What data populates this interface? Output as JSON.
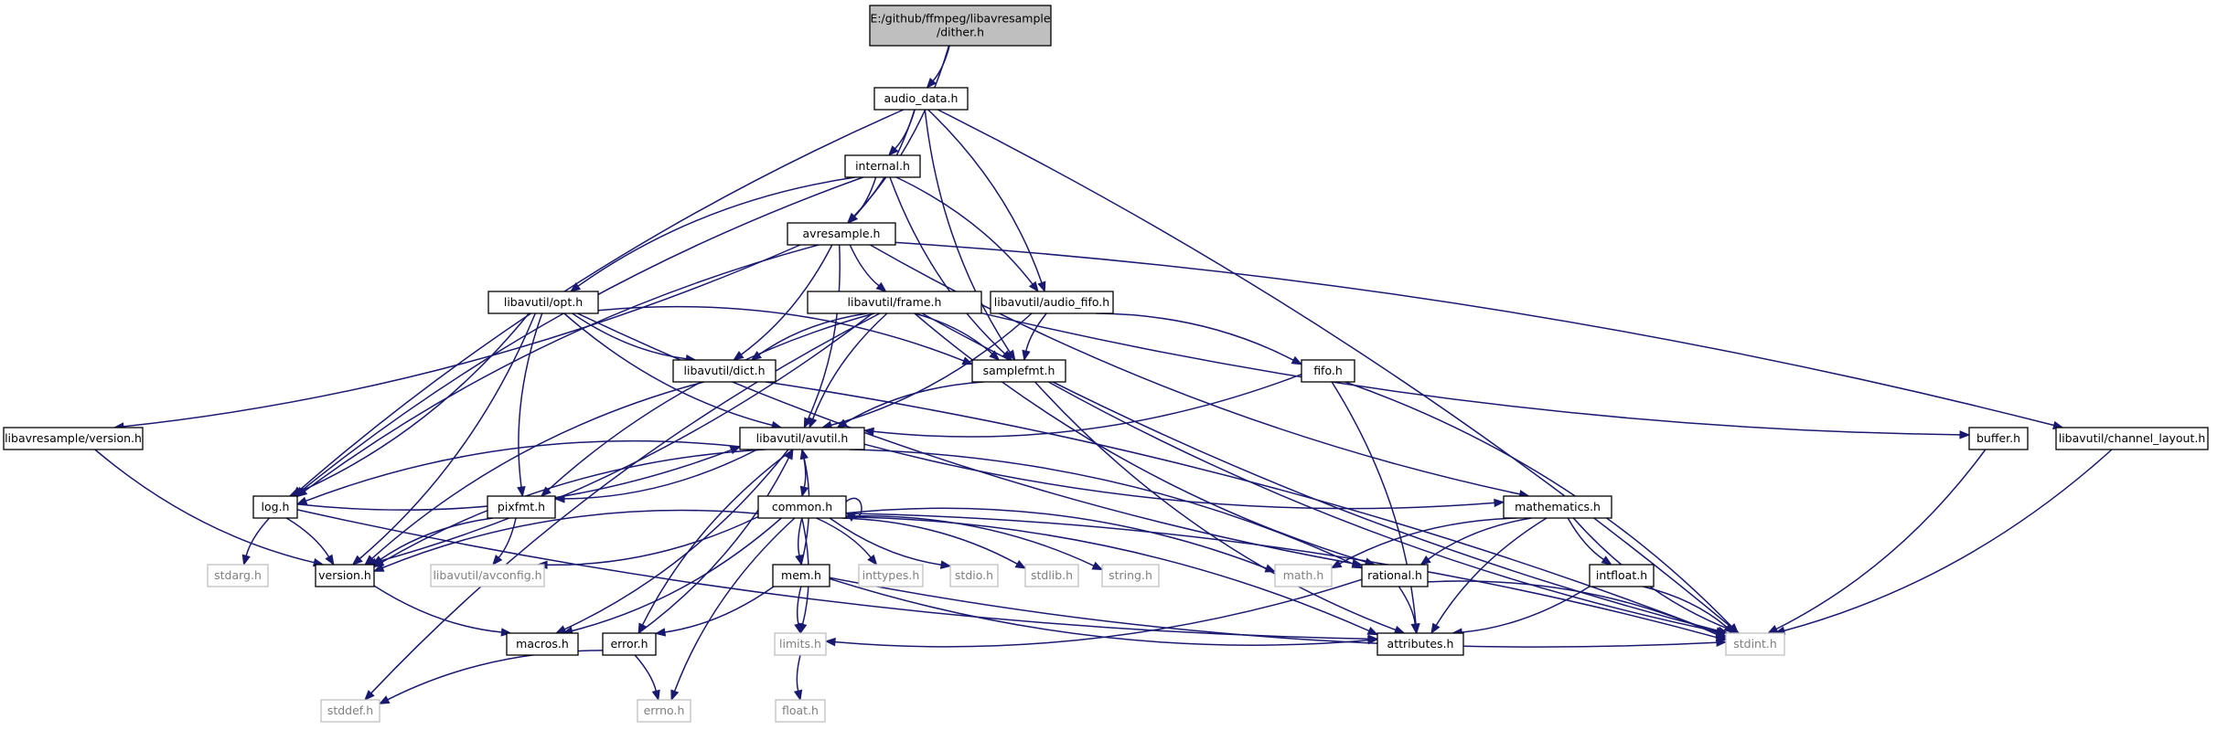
{
  "title": "E:/github/ffmpeg/libavresample/dither.h",
  "colors": {
    "root_fill": "#bfbfbf",
    "node_border": "#000000",
    "external_border": "#bfbfbf",
    "external_text": "#7f7f7f",
    "edge": "#191970"
  },
  "nodes": [
    {
      "id": "dither",
      "lines": [
        "E:/github/ffmpeg/libavresample",
        "/dither.h"
      ],
      "kind": "root"
    },
    {
      "id": "audio_data",
      "lines": [
        "audio_data.h"
      ],
      "kind": "file"
    },
    {
      "id": "internal",
      "lines": [
        "internal.h"
      ],
      "kind": "file"
    },
    {
      "id": "avresample",
      "lines": [
        "avresample.h"
      ],
      "kind": "file"
    },
    {
      "id": "opt",
      "lines": [
        "libavutil/opt.h"
      ],
      "kind": "file"
    },
    {
      "id": "frame",
      "lines": [
        "libavutil/frame.h"
      ],
      "kind": "file"
    },
    {
      "id": "audio_fifo",
      "lines": [
        "libavutil/audio_fifo.h"
      ],
      "kind": "file"
    },
    {
      "id": "dict",
      "lines": [
        "libavutil/dict.h"
      ],
      "kind": "file"
    },
    {
      "id": "samplefmt",
      "lines": [
        "samplefmt.h"
      ],
      "kind": "file"
    },
    {
      "id": "fifo",
      "lines": [
        "fifo.h"
      ],
      "kind": "file"
    },
    {
      "id": "lavr_version",
      "lines": [
        "libavresample/version.h"
      ],
      "kind": "file"
    },
    {
      "id": "avutil",
      "lines": [
        "libavutil/avutil.h"
      ],
      "kind": "file"
    },
    {
      "id": "buffer",
      "lines": [
        "buffer.h"
      ],
      "kind": "file"
    },
    {
      "id": "channel_layout",
      "lines": [
        "libavutil/channel_layout.h"
      ],
      "kind": "file"
    },
    {
      "id": "log",
      "lines": [
        "log.h"
      ],
      "kind": "file"
    },
    {
      "id": "pixfmt",
      "lines": [
        "pixfmt.h"
      ],
      "kind": "file"
    },
    {
      "id": "common",
      "lines": [
        "common.h"
      ],
      "kind": "file"
    },
    {
      "id": "mathematics",
      "lines": [
        "mathematics.h"
      ],
      "kind": "file"
    },
    {
      "id": "stdarg",
      "lines": [
        "stdarg.h"
      ],
      "kind": "external"
    },
    {
      "id": "version",
      "lines": [
        "version.h"
      ],
      "kind": "file"
    },
    {
      "id": "avconfig",
      "lines": [
        "libavutil/avconfig.h"
      ],
      "kind": "external"
    },
    {
      "id": "inttypes",
      "lines": [
        "inttypes.h"
      ],
      "kind": "external"
    },
    {
      "id": "stdio",
      "lines": [
        "stdio.h"
      ],
      "kind": "external"
    },
    {
      "id": "stdlib",
      "lines": [
        "stdlib.h"
      ],
      "kind": "external"
    },
    {
      "id": "string",
      "lines": [
        "string.h"
      ],
      "kind": "external"
    },
    {
      "id": "mem",
      "lines": [
        "mem.h"
      ],
      "kind": "file"
    },
    {
      "id": "math",
      "lines": [
        "math.h"
      ],
      "kind": "external"
    },
    {
      "id": "rational",
      "lines": [
        "rational.h"
      ],
      "kind": "file"
    },
    {
      "id": "intfloat",
      "lines": [
        "intfloat.h"
      ],
      "kind": "file"
    },
    {
      "id": "macros",
      "lines": [
        "macros.h"
      ],
      "kind": "file"
    },
    {
      "id": "error",
      "lines": [
        "error.h"
      ],
      "kind": "file"
    },
    {
      "id": "limits",
      "lines": [
        "limits.h"
      ],
      "kind": "external"
    },
    {
      "id": "attributes",
      "lines": [
        "attributes.h"
      ],
      "kind": "file"
    },
    {
      "id": "stdint",
      "lines": [
        "stdint.h"
      ],
      "kind": "external"
    },
    {
      "id": "stddef",
      "lines": [
        "stddef.h"
      ],
      "kind": "external"
    },
    {
      "id": "errno",
      "lines": [
        "errno.h"
      ],
      "kind": "external"
    },
    {
      "id": "float",
      "lines": [
        "float.h"
      ],
      "kind": "external"
    }
  ],
  "edges": [
    [
      "dither",
      "audio_data"
    ],
    [
      "dither",
      "avresample"
    ],
    [
      "audio_data",
      "internal"
    ],
    [
      "audio_data",
      "avresample"
    ],
    [
      "audio_data",
      "audio_fifo"
    ],
    [
      "audio_data",
      "samplefmt"
    ],
    [
      "audio_data",
      "log"
    ],
    [
      "audio_data",
      "stdint"
    ],
    [
      "internal",
      "avresample"
    ],
    [
      "internal",
      "opt"
    ],
    [
      "internal",
      "audio_fifo"
    ],
    [
      "internal",
      "samplefmt"
    ],
    [
      "internal",
      "log"
    ],
    [
      "avresample",
      "frame"
    ],
    [
      "avresample",
      "dict"
    ],
    [
      "avresample",
      "avutil"
    ],
    [
      "avresample",
      "log"
    ],
    [
      "avresample",
      "lavr_version"
    ],
    [
      "avresample",
      "channel_layout"
    ],
    [
      "avresample",
      "mathematics"
    ],
    [
      "opt",
      "dict"
    ],
    [
      "opt",
      "samplefmt"
    ],
    [
      "opt",
      "avutil"
    ],
    [
      "opt",
      "log"
    ],
    [
      "opt",
      "pixfmt"
    ],
    [
      "opt",
      "version"
    ],
    [
      "opt",
      "rational"
    ],
    [
      "frame",
      "dict"
    ],
    [
      "frame",
      "samplefmt"
    ],
    [
      "frame",
      "avutil"
    ],
    [
      "frame",
      "buffer"
    ],
    [
      "frame",
      "rational"
    ],
    [
      "frame",
      "pixfmt"
    ],
    [
      "frame",
      "stdint"
    ],
    [
      "frame",
      "version"
    ],
    [
      "frame",
      "stddef"
    ],
    [
      "audio_fifo",
      "samplefmt"
    ],
    [
      "audio_fifo",
      "avutil"
    ],
    [
      "audio_fifo",
      "fifo"
    ],
    [
      "dict",
      "version"
    ],
    [
      "dict",
      "stdint"
    ],
    [
      "samplefmt",
      "avutil"
    ],
    [
      "samplefmt",
      "attributes"
    ],
    [
      "samplefmt",
      "stdint"
    ],
    [
      "fifo",
      "avutil"
    ],
    [
      "fifo",
      "attributes"
    ],
    [
      "fifo",
      "stdint"
    ],
    [
      "lavr_version",
      "version"
    ],
    [
      "avutil",
      "common"
    ],
    [
      "avutil",
      "error"
    ],
    [
      "avutil",
      "rational"
    ],
    [
      "avutil",
      "mathematics"
    ],
    [
      "avutil",
      "log"
    ],
    [
      "avutil",
      "pixfmt"
    ],
    [
      "avutil",
      "version"
    ],
    [
      "avutil",
      "macros"
    ],
    [
      "buffer",
      "stdint"
    ],
    [
      "channel_layout",
      "stdint"
    ],
    [
      "log",
      "avutil"
    ],
    [
      "log",
      "stdarg"
    ],
    [
      "log",
      "version"
    ],
    [
      "log",
      "attributes"
    ],
    [
      "pixfmt",
      "avconfig"
    ],
    [
      "pixfmt",
      "version"
    ],
    [
      "common",
      "common"
    ],
    [
      "common",
      "attributes"
    ],
    [
      "common",
      "version"
    ],
    [
      "common",
      "avconfig"
    ],
    [
      "common",
      "inttypes"
    ],
    [
      "common",
      "stdio"
    ],
    [
      "common",
      "stdlib"
    ],
    [
      "common",
      "string"
    ],
    [
      "common",
      "mem"
    ],
    [
      "common",
      "math"
    ],
    [
      "common",
      "limits"
    ],
    [
      "common",
      "errno"
    ],
    [
      "common",
      "macros"
    ],
    [
      "common",
      "stdint"
    ],
    [
      "mathematics",
      "rational"
    ],
    [
      "mathematics",
      "intfloat"
    ],
    [
      "mathematics",
      "attributes"
    ],
    [
      "mathematics",
      "stdint"
    ],
    [
      "mathematics",
      "math"
    ],
    [
      "version",
      "macros"
    ],
    [
      "mem",
      "error"
    ],
    [
      "mem",
      "limits"
    ],
    [
      "mem",
      "attributes"
    ],
    [
      "mem",
      "stdint"
    ],
    [
      "mem",
      "avutil"
    ],
    [
      "rational",
      "attributes"
    ],
    [
      "rational",
      "limits"
    ],
    [
      "rational",
      "stdint"
    ],
    [
      "intfloat",
      "attributes"
    ],
    [
      "intfloat",
      "stdint"
    ],
    [
      "error",
      "errno"
    ],
    [
      "error",
      "stddef"
    ],
    [
      "error",
      "avutil"
    ],
    [
      "limits",
      "float"
    ]
  ]
}
